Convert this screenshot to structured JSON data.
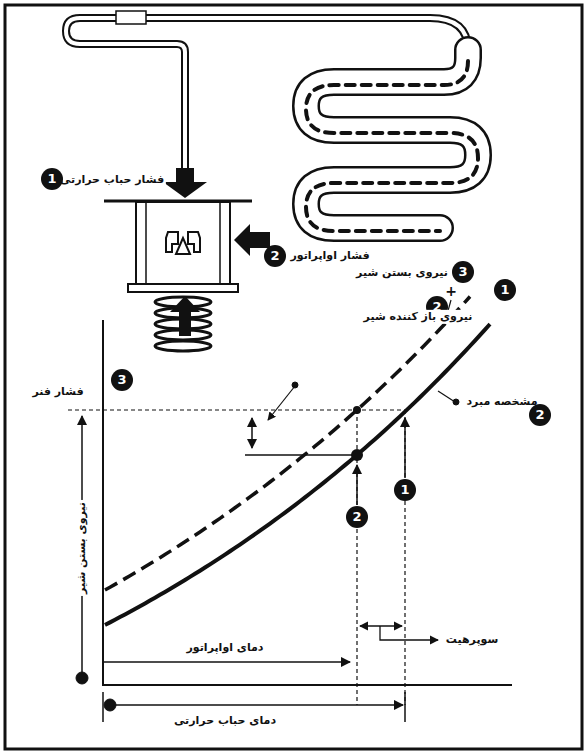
{
  "diagram": {
    "labels": [
      "فشار حباب حرارتی",
      "1",
      "فشار اواپراتور",
      "2",
      "نیروی بستن شیر",
      "3",
      "2",
      "+",
      "1",
      "نیروی باز کننده شیر",
      "3",
      "فشار فنر",
      "مشخصه مبرد",
      "2",
      "نیروی بستن شیر",
      "2",
      "1",
      "دمای اواپراتور",
      "سوپرهیت",
      "دمای حباب حرارتی"
    ]
  }
}
